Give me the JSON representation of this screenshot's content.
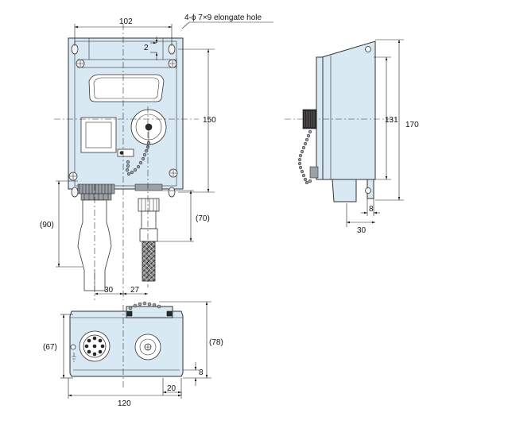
{
  "dimensions": {
    "front": {
      "width": "102",
      "height": "150",
      "cable_left": "(90)",
      "cable_right": "(70)",
      "spacing_left": "30",
      "spacing_right": "27",
      "hole_offset": "2"
    },
    "hole_note": "4-ϕ 7×9 elongate hole",
    "side": {
      "height_inner": "131",
      "height_outer": "170",
      "foot": "8",
      "depth": "30"
    },
    "bottom": {
      "width": "120",
      "height_left": "(67)",
      "height_right": "(78)",
      "foot": "8",
      "offset": "20"
    }
  }
}
